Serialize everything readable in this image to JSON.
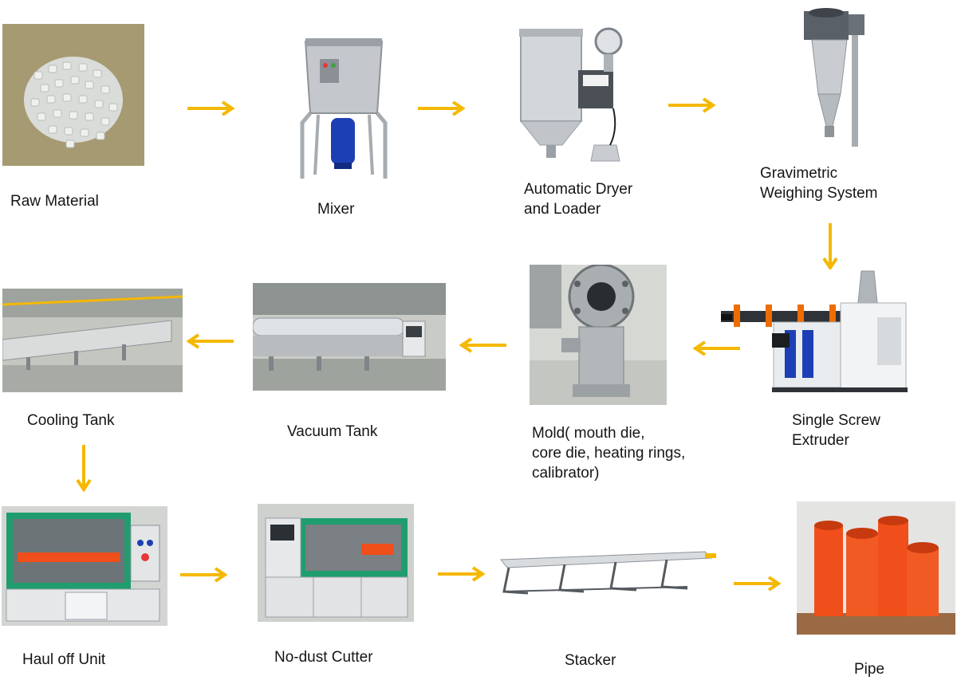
{
  "colors": {
    "arrow": "#f5b800",
    "pipe_orange": "#f04e1a",
    "machine_green": "#1f9d6e",
    "motor_blue": "#1d3fb5",
    "steel": "#c8ccd0"
  },
  "steps": [
    {
      "id": "raw-material",
      "label": "Raw  Material",
      "icon": "plastic-pellets-photo"
    },
    {
      "id": "mixer",
      "label": "Mixer",
      "icon": "mixer-machine-photo"
    },
    {
      "id": "dryer-loader",
      "label": "Automatic Dryer\nand Loader",
      "icon": "dryer-hopper-photo"
    },
    {
      "id": "gravimetric",
      "label": "Gravimetric\nWeighing System",
      "icon": "cyclone-weigher-photo"
    },
    {
      "id": "extruder",
      "label": "Single Screw\nExtruder",
      "icon": "extruder-machine-photo"
    },
    {
      "id": "mold",
      "label": "Mold( mouth die,\ncore die, heating rings,\ncalibrator)",
      "icon": "die-mold-photo"
    },
    {
      "id": "vacuum-tank",
      "label": "Vacuum Tank",
      "icon": "vacuum-tank-photo"
    },
    {
      "id": "cooling-tank",
      "label": "Cooling Tank",
      "icon": "cooling-tank-photo"
    },
    {
      "id": "haul-off",
      "label": "Haul off Unit",
      "icon": "haul-off-machine-photo"
    },
    {
      "id": "cutter",
      "label": "No-dust Cutter",
      "icon": "cutter-machine-photo"
    },
    {
      "id": "stacker",
      "label": "Stacker",
      "icon": "stacker-rack-photo"
    },
    {
      "id": "pipe",
      "label": "Pipe",
      "icon": "orange-pipes-photo"
    }
  ],
  "arrows": [
    {
      "from": "raw-material",
      "to": "mixer",
      "direction": "right"
    },
    {
      "from": "mixer",
      "to": "dryer-loader",
      "direction": "right"
    },
    {
      "from": "dryer-loader",
      "to": "gravimetric",
      "direction": "right"
    },
    {
      "from": "gravimetric",
      "to": "extruder",
      "direction": "down"
    },
    {
      "from": "extruder",
      "to": "mold",
      "direction": "left"
    },
    {
      "from": "mold",
      "to": "vacuum-tank",
      "direction": "left"
    },
    {
      "from": "vacuum-tank",
      "to": "cooling-tank",
      "direction": "left"
    },
    {
      "from": "cooling-tank",
      "to": "haul-off",
      "direction": "down"
    },
    {
      "from": "haul-off",
      "to": "cutter",
      "direction": "right"
    },
    {
      "from": "cutter",
      "to": "stacker",
      "direction": "right"
    },
    {
      "from": "stacker",
      "to": "pipe",
      "direction": "right"
    }
  ]
}
